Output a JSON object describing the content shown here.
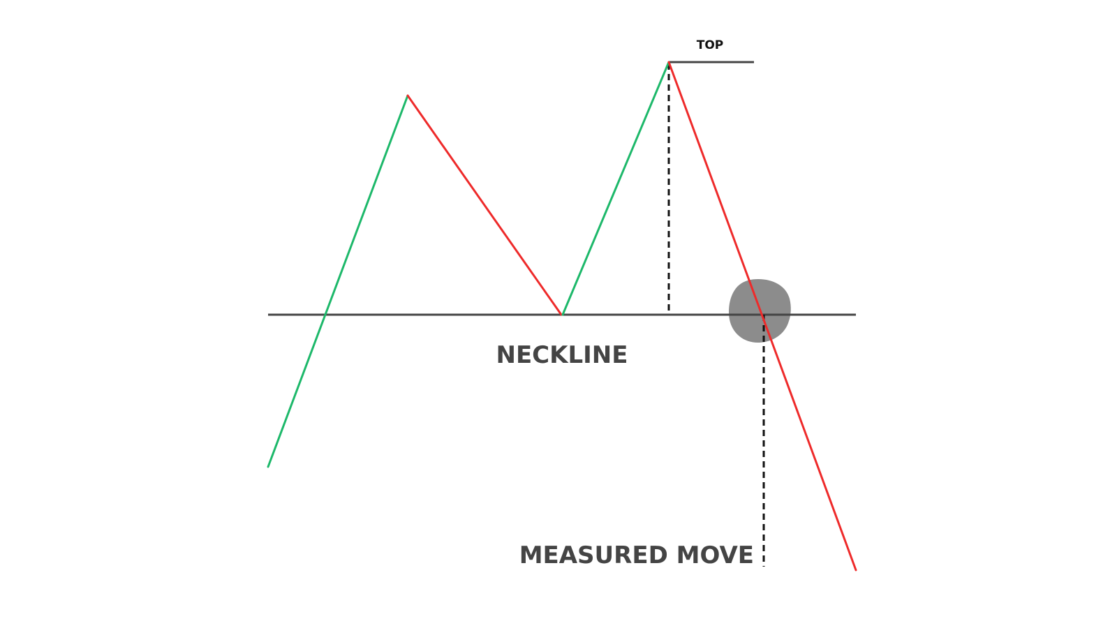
{
  "labels": {
    "top": "TOP",
    "neckline": "NECKLINE",
    "measured_move": "MEASURED MOVE"
  },
  "colors": {
    "up_leg": "#1db86a",
    "down_leg": "#ee2a2a",
    "neckline": "#444444",
    "dashed": "#111111",
    "breakout_marker": "#8c8c8c",
    "label_text": "#444444",
    "top_label_text": "#111111"
  }
}
